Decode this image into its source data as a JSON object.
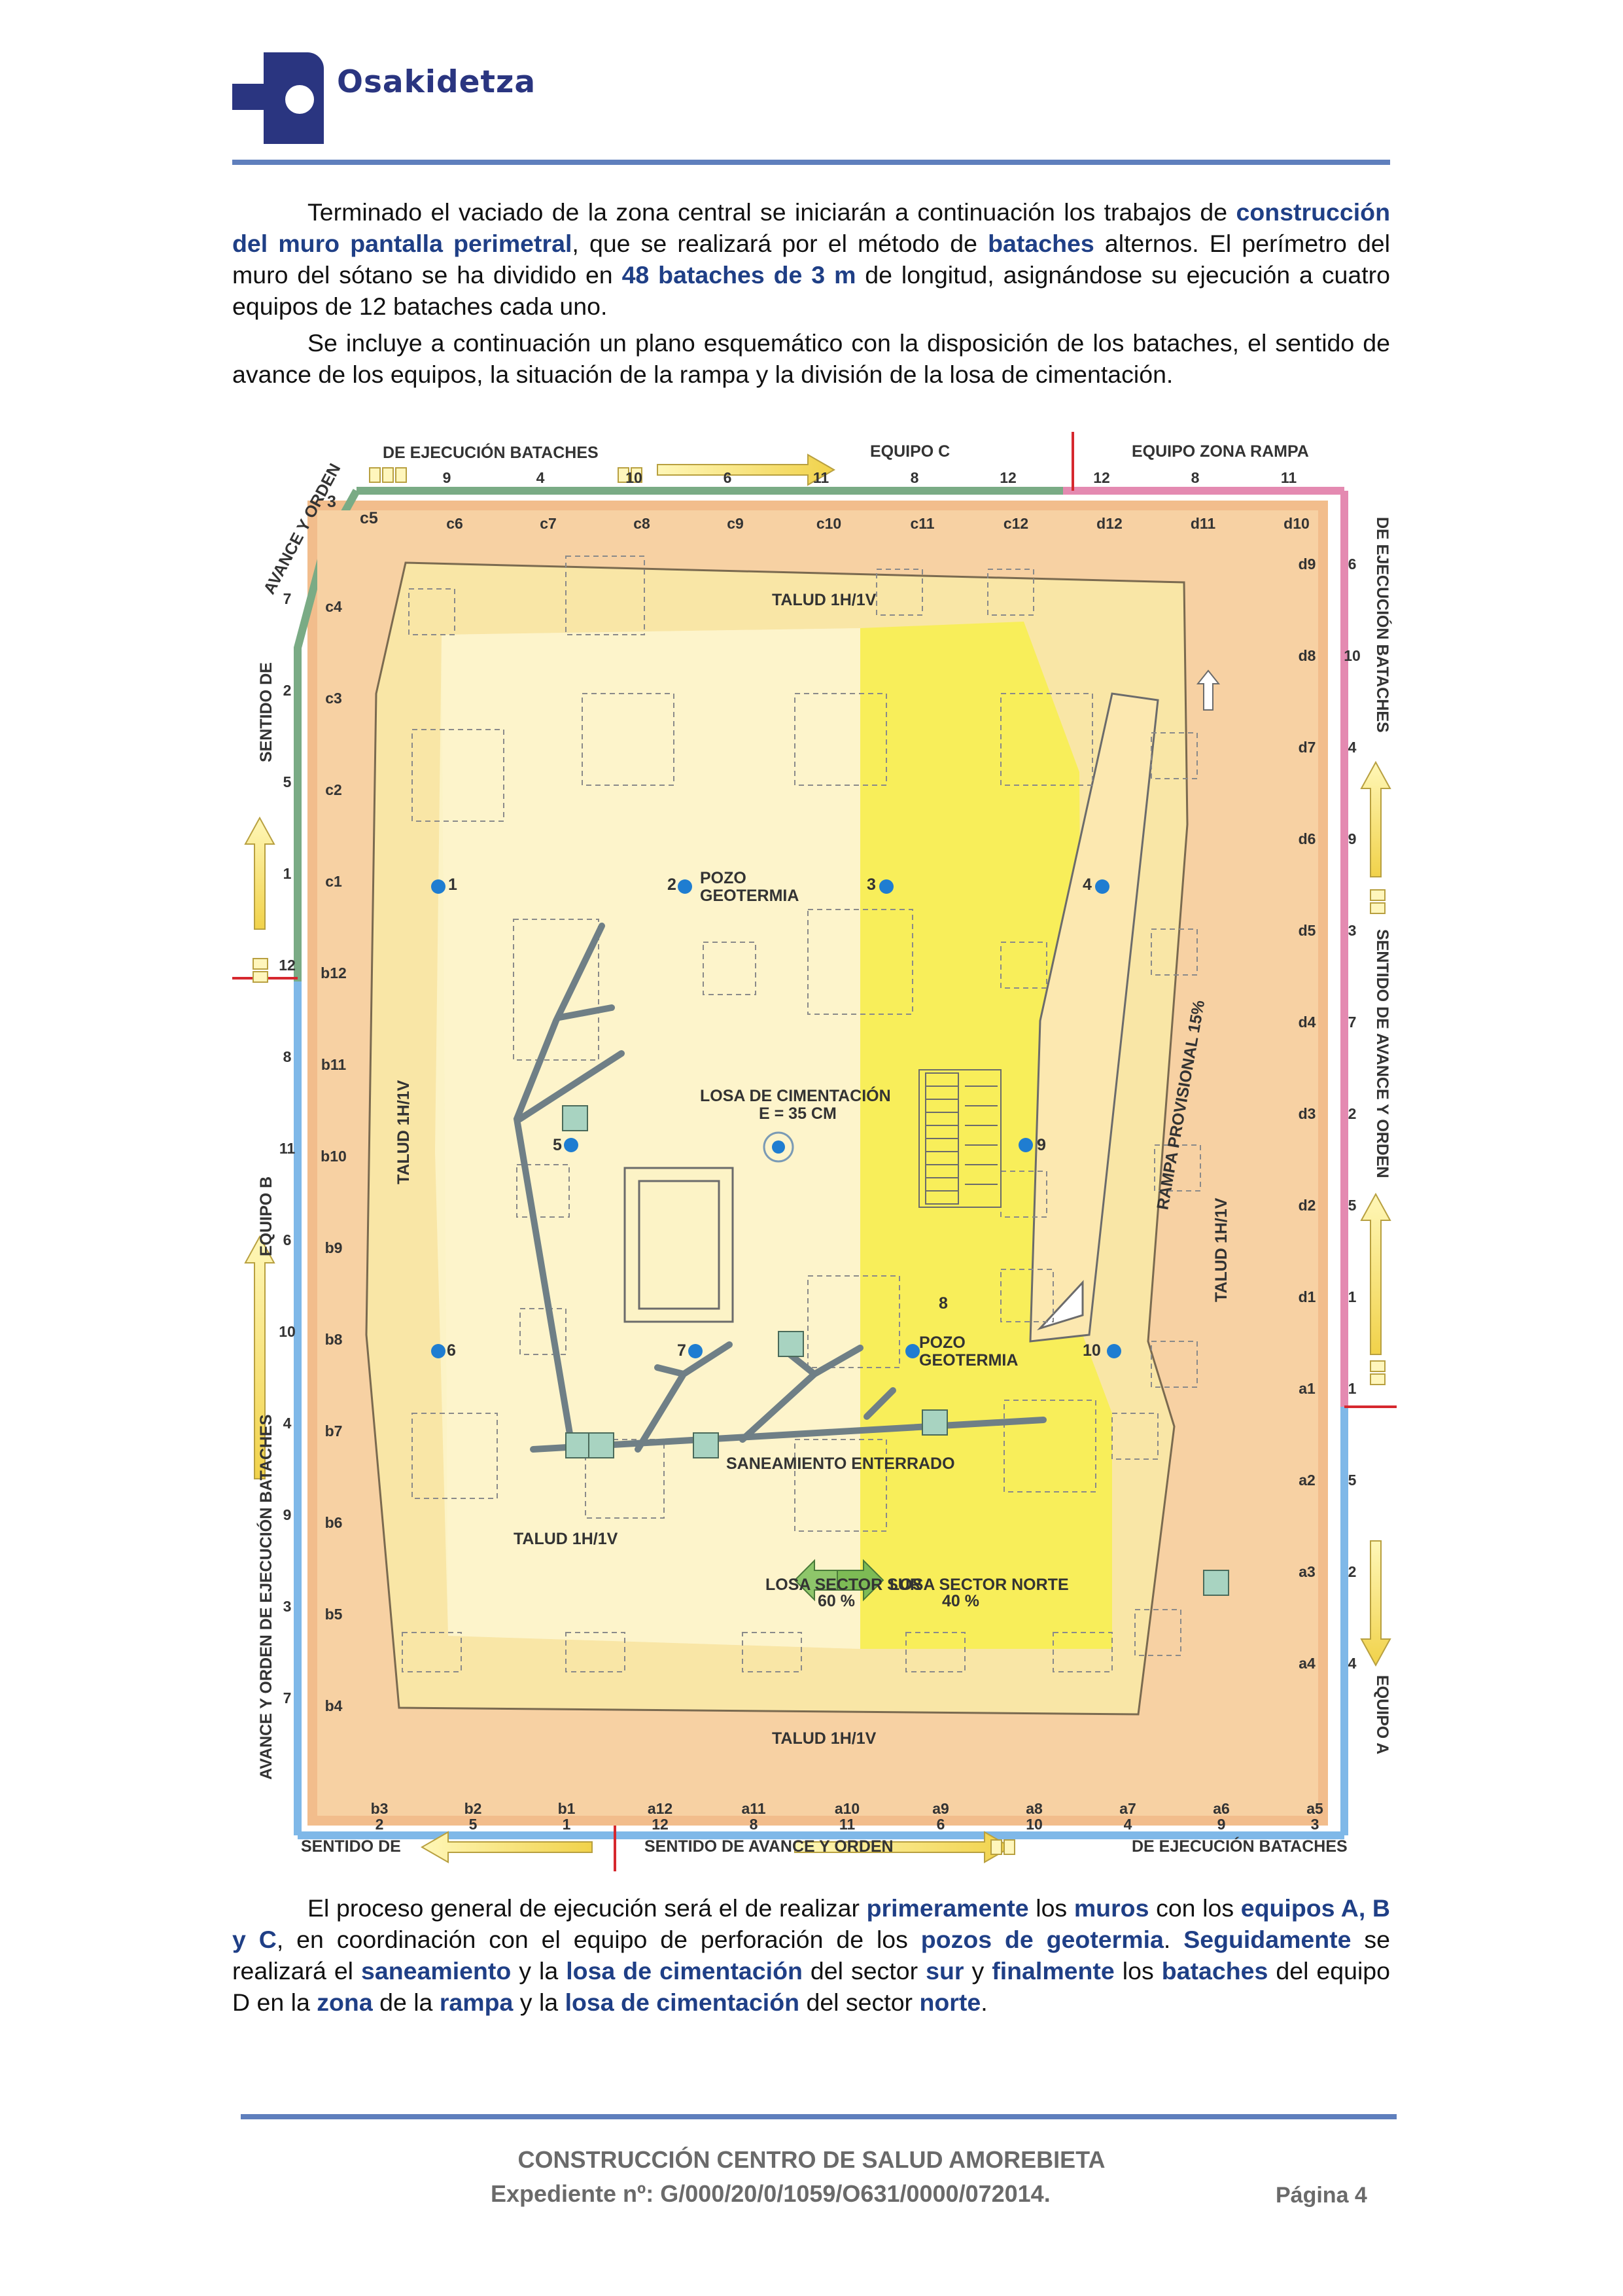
{
  "header": {
    "org": "Osakidetza"
  },
  "paragraphs": {
    "p1": [
      {
        "t": "Terminado el vaciado de la zona central se iniciarán a continuación los trabajos de "
      },
      {
        "t": "construcción del muro pantalla perimetral",
        "hl": true
      },
      {
        "t": ", que se realizará por el método de "
      },
      {
        "t": "bataches",
        "hl": true
      },
      {
        "t": " alternos. El perímetro del muro del sótano se ha dividido en "
      },
      {
        "t": "48 bataches de 3 m",
        "hl": true
      },
      {
        "t": " de longitud, asignándose su ejecución a cuatro equipos de 12 bataches cada uno."
      }
    ],
    "p2": [
      {
        "t": "Se incluye a continuación un plano esquemático con la disposición de los bataches, el sentido de avance de los equipos, la situación de la rampa y la división de la losa de cimentación."
      }
    ],
    "p3": [
      {
        "t": "El proceso general de ejecución será el de realizar "
      },
      {
        "t": "primeramente",
        "hl": true
      },
      {
        "t": " los "
      },
      {
        "t": "muros",
        "hl": true
      },
      {
        "t": " con los "
      },
      {
        "t": "equipos A, B y C",
        "hl": true
      },
      {
        "t": ", en coordinación con el equipo de perforación de los "
      },
      {
        "t": "pozos de geotermia",
        "hl": true
      },
      {
        "t": ". "
      },
      {
        "t": "Seguidamente",
        "hl": true
      },
      {
        "t": " se realizará el "
      },
      {
        "t": "saneamiento",
        "hl": true
      },
      {
        "t": " y la "
      },
      {
        "t": "losa de cimentación",
        "hl": true
      },
      {
        "t": " del sector "
      },
      {
        "t": "sur",
        "hl": true
      },
      {
        "t": " y "
      },
      {
        "t": "finalmente",
        "hl": true
      },
      {
        "t": " los "
      },
      {
        "t": "bataches",
        "hl": true
      },
      {
        "t": " del equipo D en la "
      },
      {
        "t": "zona",
        "hl": true
      },
      {
        "t": " de la "
      },
      {
        "t": "rampa",
        "hl": true
      },
      {
        "t": " y la "
      },
      {
        "t": "losa de cimentación",
        "hl": true
      },
      {
        "t": " del sector "
      },
      {
        "t": "norte",
        "hl": true
      },
      {
        "t": "."
      }
    ]
  },
  "plan": {
    "top_left_label": "DE EJECUCIÓN BATACHES",
    "team_c": "EQUIPO C",
    "team_ramp": "EQUIPO ZONA RAMPA",
    "top_seq": [
      "9",
      "4",
      "10",
      "6",
      "11",
      "8",
      "12",
      "12",
      "8",
      "11"
    ],
    "top_bat": [
      "c6",
      "c7",
      "c8",
      "c9",
      "c10",
      "c11",
      "c12",
      "d12",
      "d11",
      "d10"
    ],
    "corner_c5": "c5",
    "corner_3": "3",
    "left_bat": [
      "c4",
      "c3",
      "c2",
      "c1",
      "b12",
      "b11",
      "b10",
      "b9",
      "b8",
      "b7",
      "b6",
      "b5",
      "b4"
    ],
    "left_seq": [
      "7",
      "2",
      "5",
      "1",
      "12",
      "8",
      "11",
      "6",
      "10",
      "4",
      "9",
      "3",
      "7"
    ],
    "right_bat": [
      "d9",
      "d8",
      "d7",
      "d6",
      "d5",
      "d4",
      "d3",
      "d2",
      "d1",
      "a1",
      "a2",
      "a3",
      "a4"
    ],
    "right_seq": [
      "6",
      "10",
      "4",
      "9",
      "3",
      "7",
      "2",
      "5",
      "1",
      "1",
      "5",
      "2",
      "4"
    ],
    "bottom_bat": [
      "b3",
      "b2",
      "b1",
      "a12",
      "a11",
      "a10",
      "a9",
      "a8",
      "a7",
      "a6",
      "a5"
    ],
    "bottom_seq": [
      "2",
      "5",
      "1",
      "12",
      "8",
      "11",
      "6",
      "10",
      "4",
      "9",
      "3"
    ],
    "left_top_text_1": "AVANCE Y ORDEN",
    "left_top_text_2": "SENTIDO DE",
    "team_b": "EQUIPO B",
    "left_bottom_text": "AVANCE Y ORDEN DE EJECUCIÓN BATACHES",
    "right_top_text": "DE EJECUCIÓN BATACHES",
    "right_mid_text": "SENTIDO DE AVANCE Y ORDEN",
    "team_a": "EQUIPO A",
    "bottom_left_text": "SENTIDO DE",
    "bottom_mid_text": "SENTIDO DE AVANCE Y ORDEN",
    "bottom_right_text": "DE EJECUCIÓN BATACHES",
    "talud": "TALUD 1H/1V",
    "ramp": "RAMPA PROVISIONAL 15%",
    "pozo": "POZO",
    "geotermia": "GEOTERMIA",
    "slab_1": "LOSA DE CIMENTACIÓN",
    "slab_2": "E = 35 CM",
    "saneamiento": "SANEAMIENTO ENTERRADO",
    "south_1": "LOSA SECTOR SUR",
    "south_2": "60 %",
    "north_1": "LOSA SECTOR NORTE",
    "north_2": "40 %",
    "well_nums": [
      "1",
      "2",
      "3",
      "4",
      "5",
      "6",
      "7",
      "8",
      "9",
      "10"
    ]
  },
  "footer": {
    "title": "CONSTRUCCIÓN CENTRO DE SALUD AMOREBIETA",
    "expediente": "Expediente nº: G/000/20/0/1059/O631/0000/072014.",
    "page": "Página  4"
  }
}
